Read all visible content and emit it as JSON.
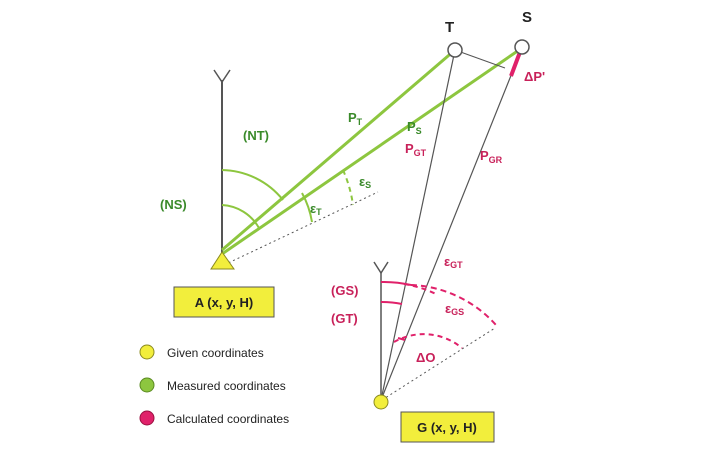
{
  "colors": {
    "given": "#f2ee3c",
    "measured": "#8dc63f",
    "calculated": "#e0216a",
    "green_text": "#3a8a2a",
    "red_text": "#c8215a",
    "line": "#555555"
  },
  "points": {
    "t": "T",
    "s": "S",
    "a_box": "A (x, y, H)",
    "g_box": "G (x, y, H)"
  },
  "labels": {
    "nt": "(NT)",
    "ns": "(NS)",
    "gs": "(GS)",
    "gt": "(GT)",
    "pt": {
      "main": "P",
      "sub": "T"
    },
    "ps": {
      "main": "P",
      "sub": "S"
    },
    "pgt": {
      "main": "P",
      "sub": "GT"
    },
    "pgr": {
      "main": "P",
      "sub": "GR"
    },
    "eps_s": {
      "main": "ε",
      "sub": "S"
    },
    "eps_t": {
      "main": "ε",
      "sub": "T"
    },
    "eps_gt": {
      "main": "ε",
      "sub": "GT"
    },
    "eps_gs": {
      "main": "ε",
      "sub": "GS"
    },
    "delta_p": "ΔP'",
    "delta_o": "ΔO"
  },
  "legend": [
    {
      "label": "Given coordinates",
      "color": "#f2ee3c"
    },
    {
      "label": "Measured coordinates",
      "color": "#8dc63f"
    },
    {
      "label": "Calculated coordinates",
      "color": "#e0216a"
    }
  ]
}
